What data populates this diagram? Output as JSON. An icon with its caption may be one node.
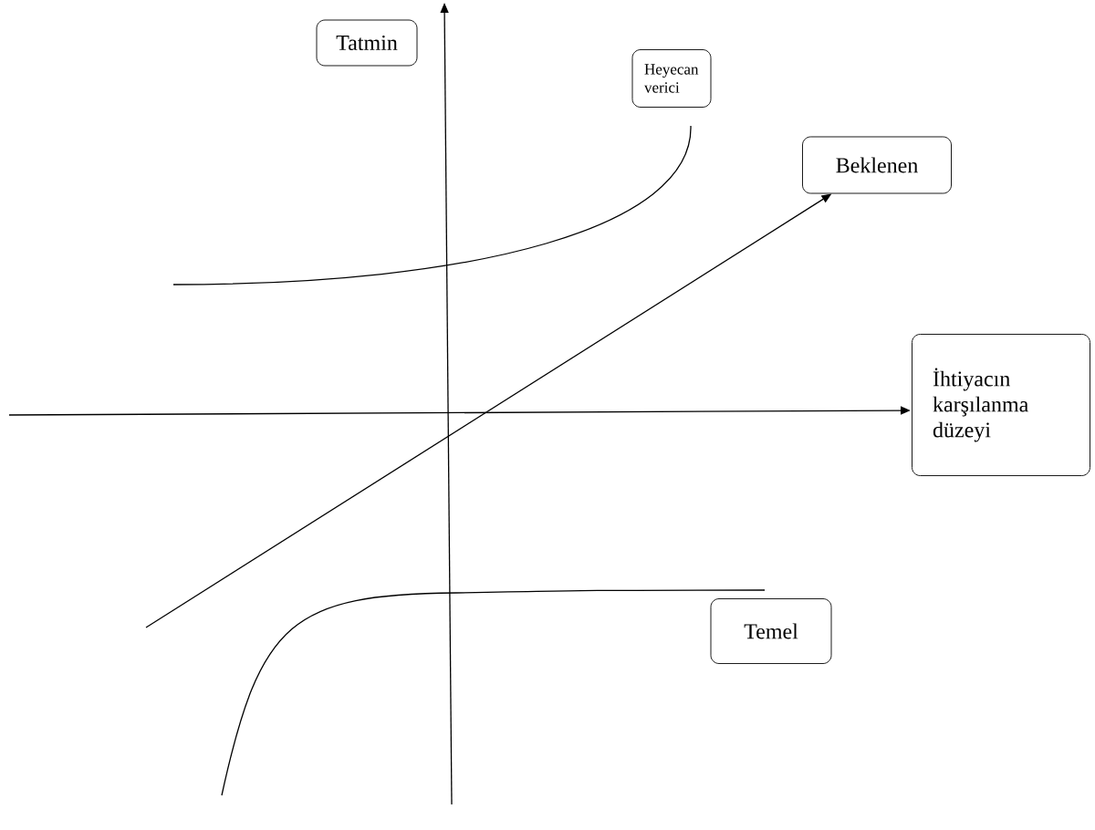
{
  "diagram": {
    "nodes": [
      {
        "text": [
          "Tatmin"
        ]
      },
      {
        "text": [
          "Heyecan verici"
        ]
      },
      {
        "text": [
          "Beklenen"
        ]
      },
      {
        "text": [
          "İhtiyacın karşılanma düzeyi"
        ]
      },
      {
        "text": [
          "Temel"
        ]
      }
    ],
    "edges": [
      {
        "from": null,
        "to": 2,
        "arrow": "to"
      }
    ]
  }
}
